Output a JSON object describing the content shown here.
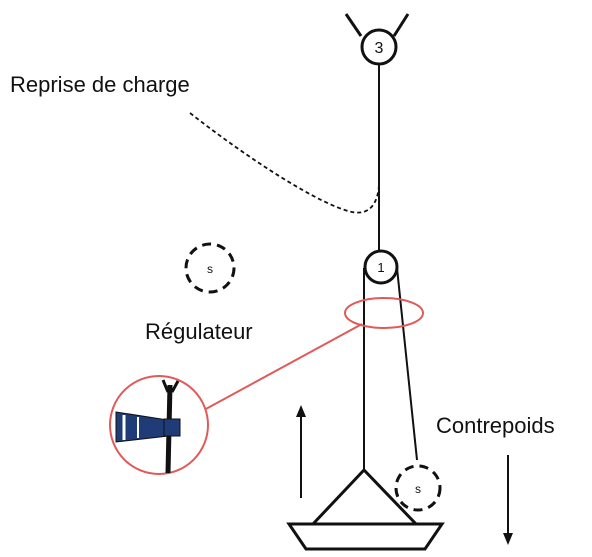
{
  "labels": {
    "reprise_de_charge": "Reprise de charge",
    "regulateur": "Régulateur",
    "contrepoids": "Contrepoids"
  },
  "pulleys": {
    "top_number": "3",
    "middle_number": "1"
  },
  "springs": {
    "left_label": "s",
    "right_label": "s"
  },
  "colors": {
    "ink": "#111111",
    "highlight": "#e05a5a",
    "sensor_blue": "#1f3b78"
  },
  "icons": [
    "pulley-icon",
    "spring-icon",
    "sensor-icon",
    "arrow-up-icon",
    "arrow-down-icon"
  ]
}
